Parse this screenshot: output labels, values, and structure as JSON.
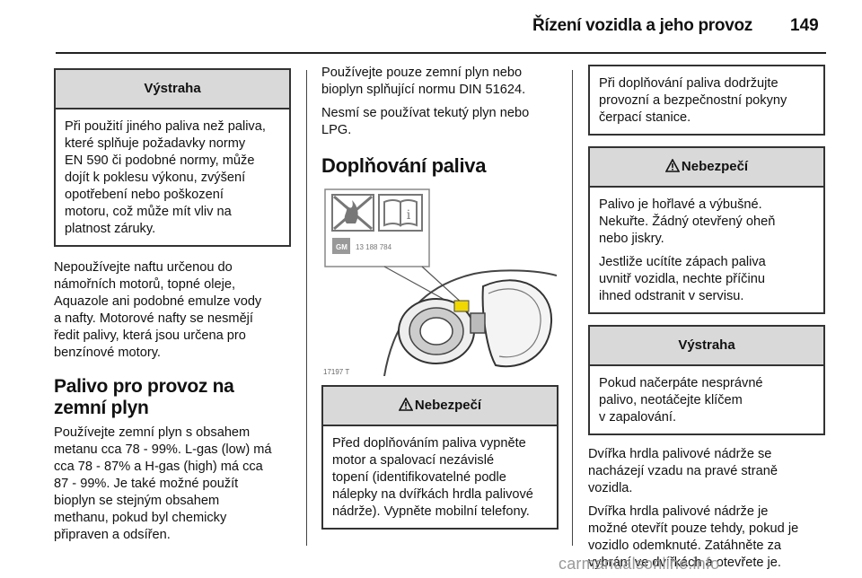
{
  "header": {
    "title": "Řízení vozidla a jeho provoz",
    "page": "149"
  },
  "col1": {
    "warning_box": {
      "title": "Výstraha",
      "text": "Při použití jiného paliva než paliva,\nkteré splňuje požadavky normy\nEN 590 či podobné normy, může\ndojít k poklesu výkonu, zvýšení\nopotřebení nebo poškození\nmotoru, což může mít vliv na\nplatnost záruky."
    },
    "para1": "Nepoužívejte naftu určenou do\nnámořních motorů, topné oleje,\nAquazole ani podobné emulze vody\na nafty. Motorové nafty se nesmějí\nředit palivy, která jsou určena pro\nbenzínové motory.",
    "heading": "Palivo pro provoz na zemní plyn",
    "para2": "Používejte zemní plyn s obsahem\nmetanu cca 78 - 99%. L-gas (low) má\ncca 78 - 87% a H-gas (high) má cca\n87 - 99%. Je také možné použít\nbioplyn se stejným obsahem\nmethanu, pokud byl chemicky\npřipraven a odsířen."
  },
  "col2": {
    "para1": "Používejte pouze zemní plyn nebo\nbioplyn splňující normu DIN 51624.",
    "para2": "Nesmí se používat tekutý plyn nebo\nLPG.",
    "heading": "Doplňování paliva",
    "figure": {
      "label_code": "13 188 784",
      "caption": "17197 T"
    },
    "danger_box": {
      "title": "Nebezpečí",
      "text": "Před doplňováním paliva vypněte\nmotor a spalovací nezávislé\ntopení (identifikovatelné podle\nnálepky na dvířkách hrdla palivové\nnádrže). Vypněte mobilní telefony."
    }
  },
  "col3": {
    "note_box": {
      "text": "Při doplňování paliva dodržujte\nprovozní a bezpečnostní pokyny\nčerpací stanice."
    },
    "danger_box": {
      "title": "Nebezpečí",
      "text1": "Palivo je hořlavé a výbušné.\nNekuřte. Žádný otevřený oheň\nnebo jiskry.",
      "text2": "Jestliže ucítíte zápach paliva\nuvnitř vozidla, nechte příčinu\nihned odstranit v servisu."
    },
    "warning_box": {
      "title": "Výstraha",
      "text": "Pokud načerpáte nesprávné\npalivo, neotáčejte klíčem\nv zapalování."
    },
    "para1": "Dvířka hrdla palivové nádrže se\nnacházejí vzadu na pravé straně\nvozidla.",
    "para2": "Dvířka hrdla palivové nádrže je\nmožné otevřít pouze tehdy, pokud je\nvozidlo odemknuté. Zatáhněte za\nvybrání ve dvířkách a otevřete je."
  },
  "footer": {
    "watermark": "carmanualsonline.info"
  }
}
